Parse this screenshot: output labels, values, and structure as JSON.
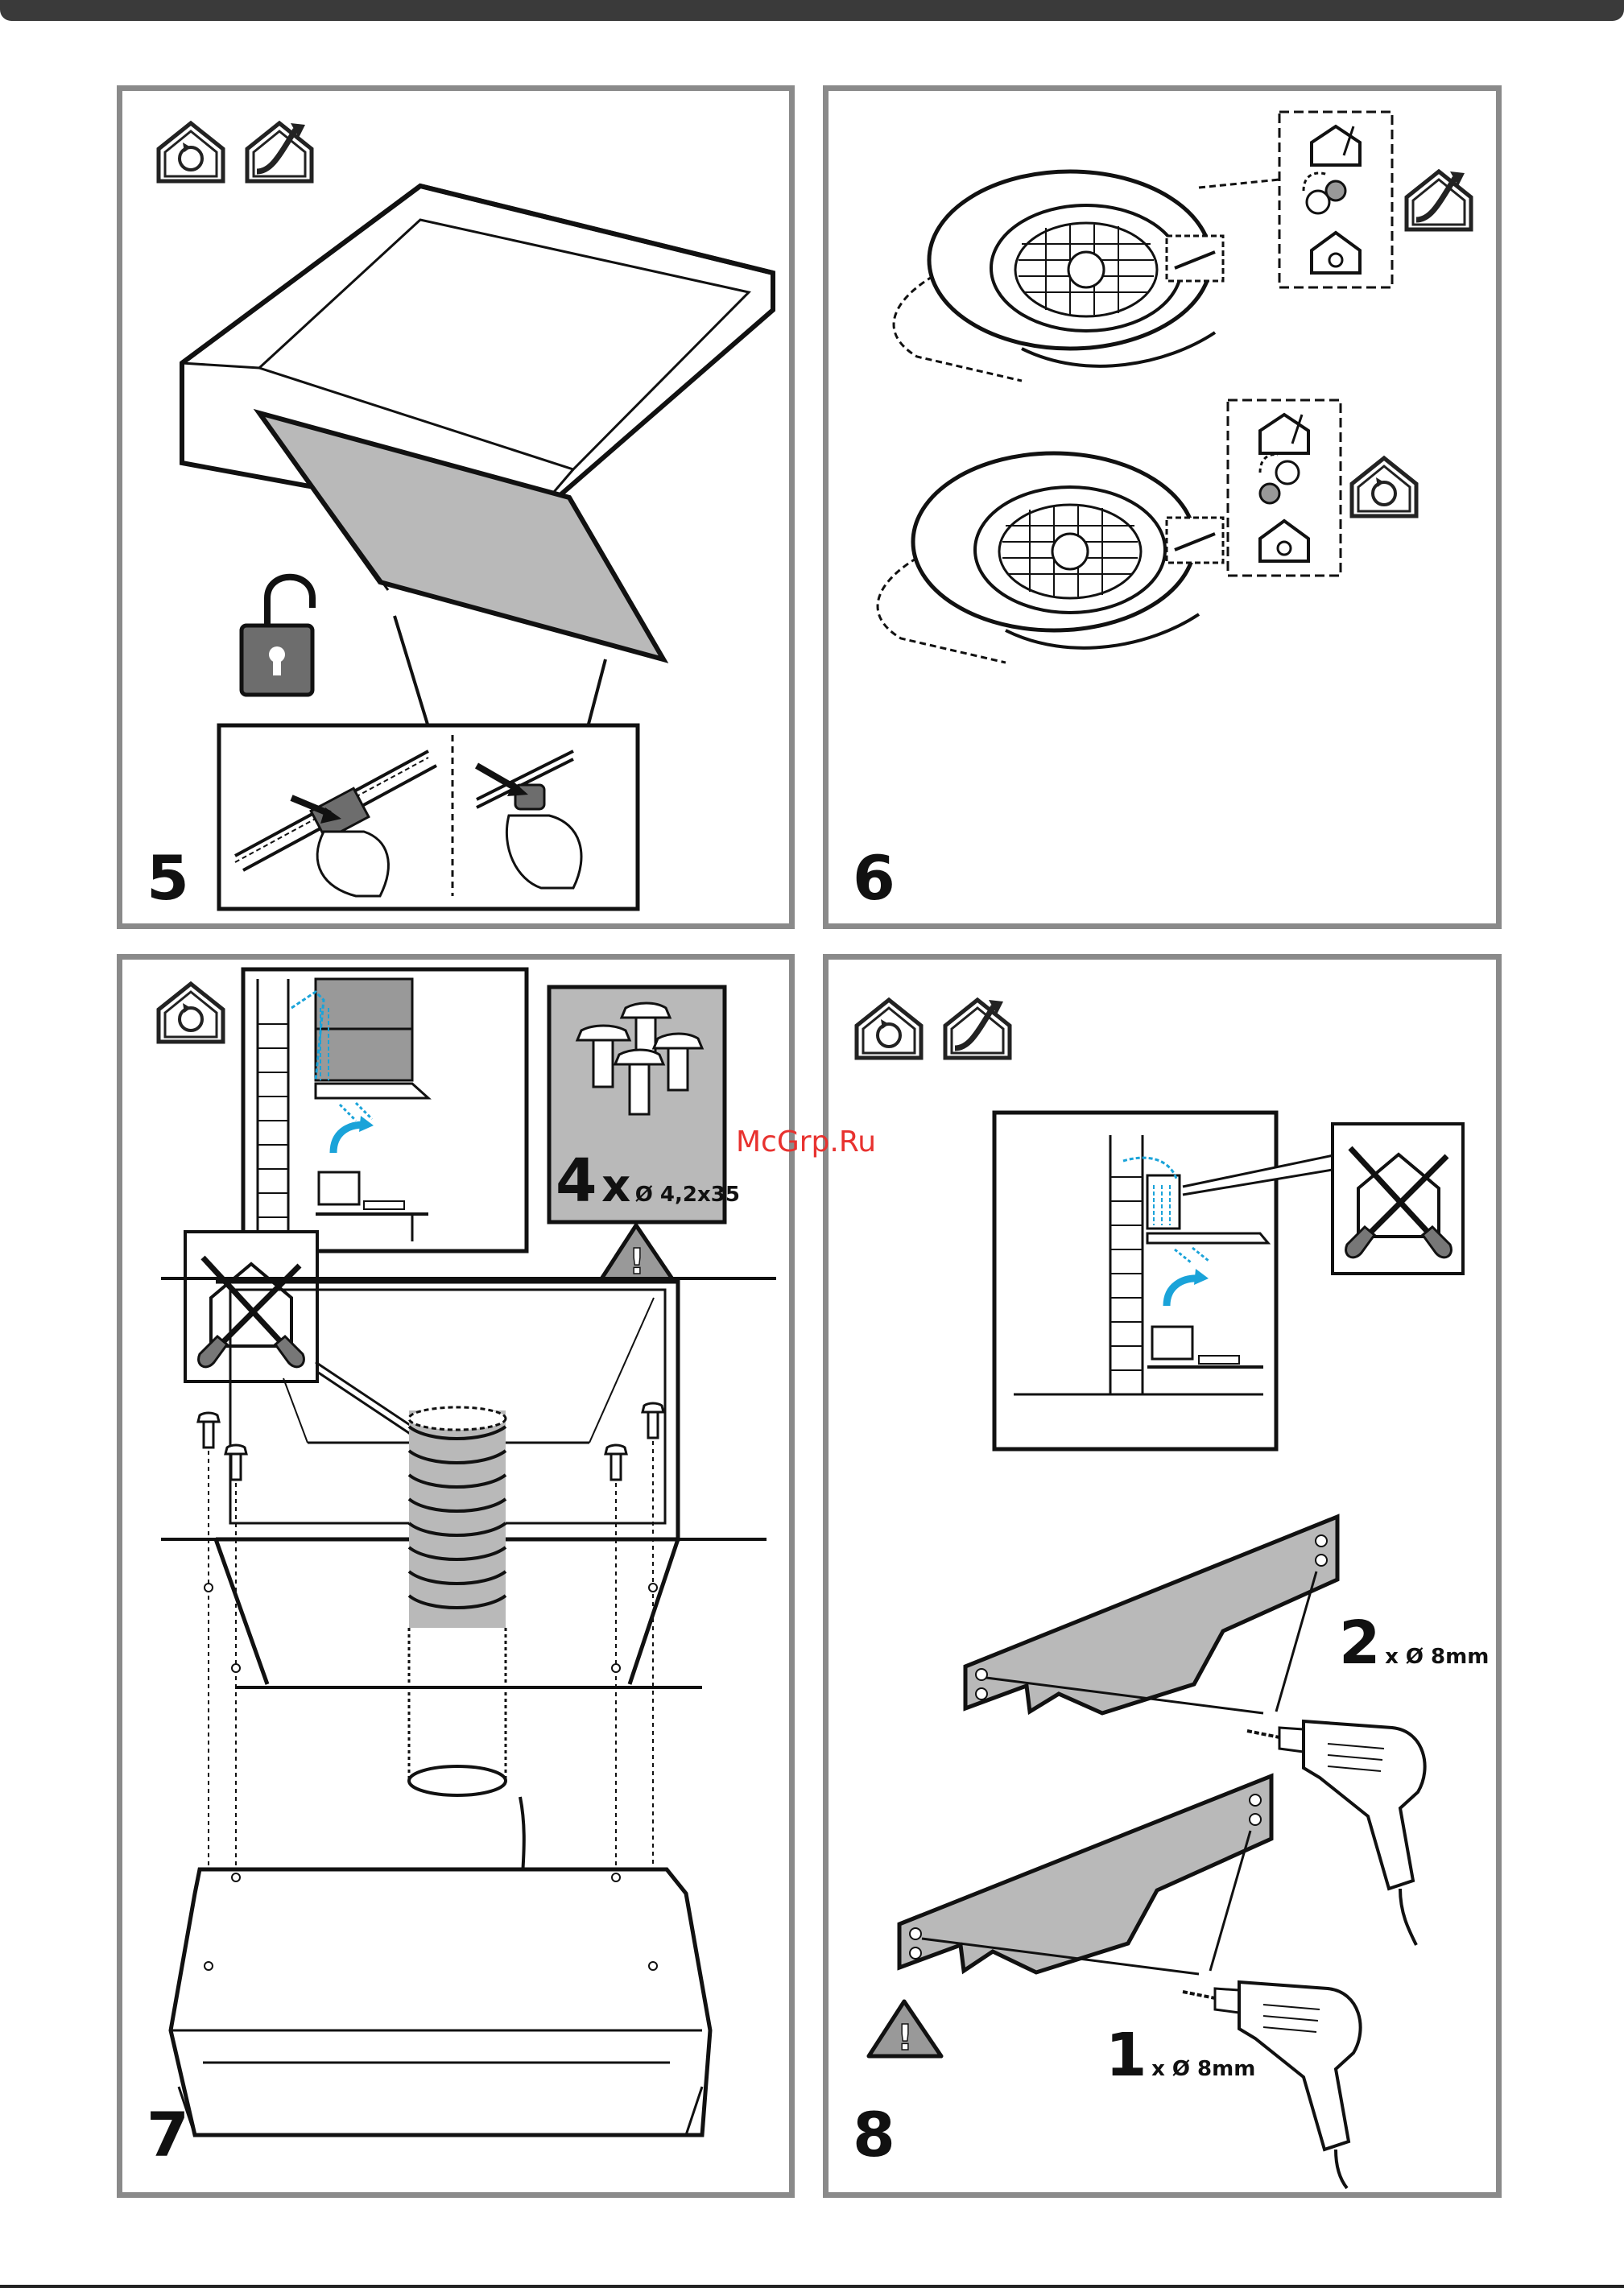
{
  "watermark": "McGrp.Ru",
  "steps": {
    "s5": "5",
    "s6": "6",
    "s7": "7",
    "s8": "8"
  },
  "panel7": {
    "screws_count": "4",
    "screws_x": "x",
    "screws_size": "Ø 4,2x35"
  },
  "panel8": {
    "holes_top_count": "2",
    "holes_top_size": "x Ø 8mm",
    "holes_bottom_count": "1",
    "holes_bottom_size": "x Ø 8mm"
  },
  "icons": {
    "recirculation": "recirculation-house-icon",
    "extraction": "extraction-house-icon",
    "lock_open": "padlock-open-icon",
    "warning": "warning-triangle-icon",
    "no_tools": "crossed-tools-icon",
    "drill": "electric-drill-icon"
  },
  "colors": {
    "frame": "#8a8a8a",
    "grey_fill": "#b9b9b9",
    "dark_fill": "#6d6d6d",
    "airflow_blue": "#1aa3d9",
    "watermark_red": "#e8322f"
  }
}
